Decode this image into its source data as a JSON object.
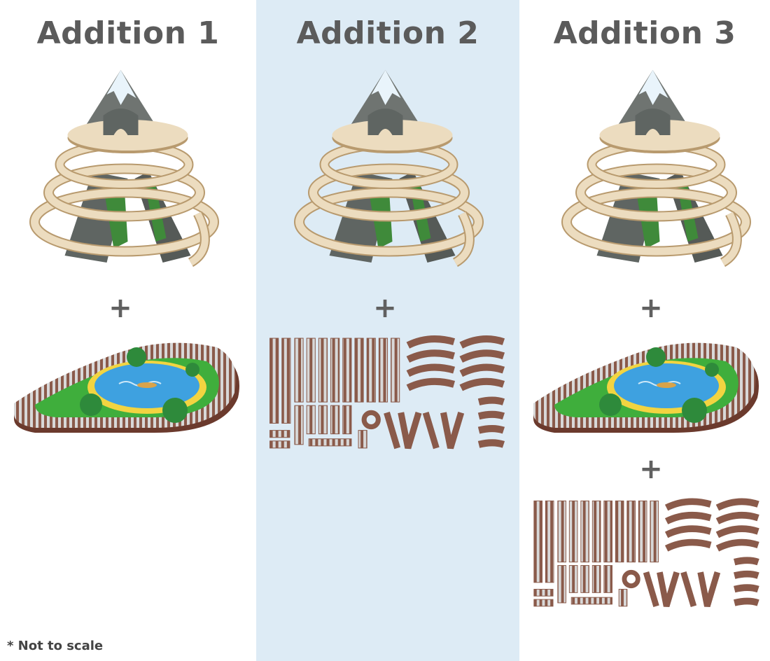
{
  "columns": [
    {
      "title": "Addition 1",
      "plus": "+"
    },
    {
      "title": "Addition 2",
      "plus": "+"
    },
    {
      "title": "Addition 3",
      "plus": "+",
      "plus2": "+"
    }
  ],
  "footnote": "* Not to scale",
  "colors": {
    "highlight_column": "#ddebf5",
    "title": "#5b5b5b",
    "wood": "#ecdcbf",
    "wood_edge": "#b89a6e",
    "rock": "#6f7471",
    "snow": "#e9f4fb",
    "track": "#8a5a4a",
    "water": "#3ea1e0",
    "grass": "#3fae3c"
  },
  "icons": {
    "mountain": "spiral-mountain-icon",
    "loop": "lake-loop-track-icon",
    "tracks": "track-pieces-icon"
  }
}
